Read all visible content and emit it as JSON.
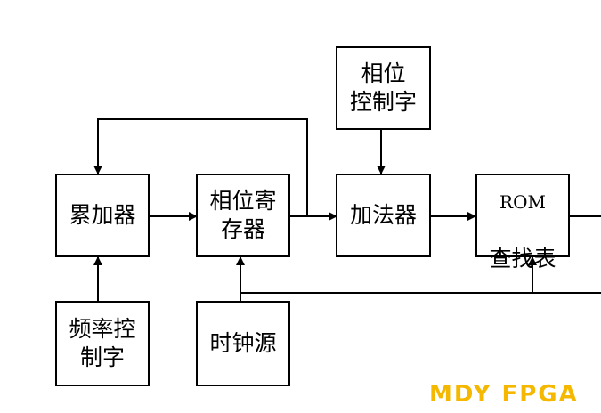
{
  "blocks": {
    "accumulator": "累加器",
    "phase_register": "相位寄\n存器",
    "adder": "加法器",
    "rom_line1": "ROM",
    "rom_line2": "查找表",
    "phase_control": "相位\n控制字",
    "freq_control": "频率控\n制字",
    "clock": "时钟源"
  },
  "watermark": "MDY FPGA",
  "colors": {
    "line": "#000000",
    "watermark": "#f5b800"
  }
}
